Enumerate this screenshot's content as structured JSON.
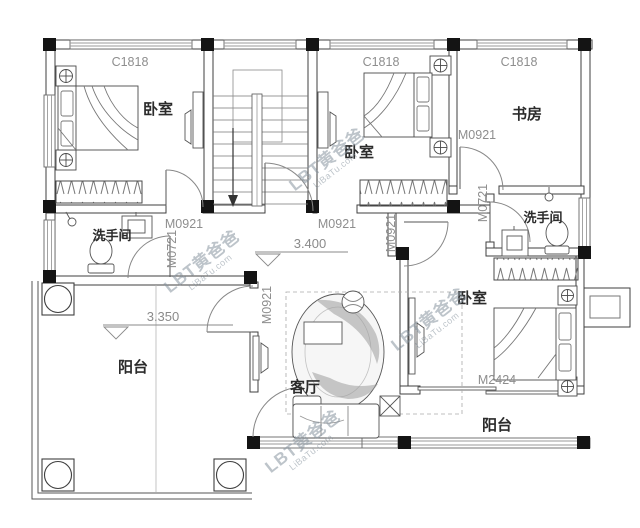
{
  "drawing": {
    "rooms": {
      "bedroom_top_left": "卧室",
      "bedroom_middle": "卧室",
      "bedroom_right": "卧室",
      "study": "书房",
      "bathroom_left": "洗手间",
      "bathroom_right": "洗手间",
      "living_room": "客厅",
      "balcony_left": "阳台",
      "balcony_right": "阳台"
    },
    "openings": {
      "window_top_left": "C1818",
      "window_top_middle": "C1818",
      "window_top_right": "C1818",
      "door_bath_left": "M0921",
      "door_hall": "M0921",
      "door_study": "M0921",
      "door_corridor": "M0921",
      "door_entry": "M0921",
      "door_bath_left_small": "M0721",
      "door_bath_right_small": "M0721",
      "door_balcony_right": "M2424"
    },
    "dimensions": {
      "hall_width": "3.400",
      "balcony_width": "3.350"
    }
  },
  "watermark": {
    "brand": "LBT黄爸爸",
    "site": "LiBaTu.com"
  }
}
